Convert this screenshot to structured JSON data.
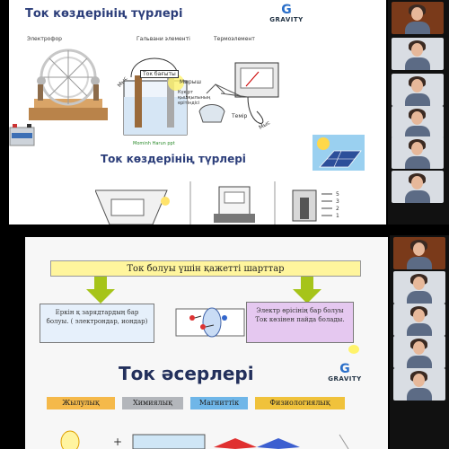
{
  "slide1": {
    "title": "Ток көздерінің түрлері",
    "subtitle": "Ток көздерінің түрлері",
    "labels": {
      "electrophore": "Электрофор",
      "galvanic": "Гальвани элементі",
      "thermo": "Термоэлемент",
      "current_dir": "Ток бағыты",
      "zinc": "Мырыш",
      "sulfuric": "Күкірт қышқылының ерітіндісі",
      "iron": "Темір",
      "copper_left": "Мыс",
      "copper_right": "Мыс",
      "credit": "Mominh Harun ppt"
    },
    "logo_text": "GRAVITY"
  },
  "slide2": {
    "header": "Ток болуы үшін қажетті шарттар",
    "left_box": "Еркін қ зарядтардың бар болуы. ( электрондар, иондар)",
    "right_box": "Электр өрісінің бар болуы Ток көзінен пайда болады.",
    "effects_title": "Ток әсерлері",
    "effects": [
      "Жылулық",
      "Химиялық",
      "Магниттік",
      "Физиологиялық"
    ],
    "logo_text": "GRAVITY"
  },
  "colors": {
    "header_bg": "#fff59d",
    "left_box_bg": "#e6f0fb",
    "right_box_bg": "#e5c8f0",
    "arrow": "#a6c41a",
    "effect_thermal": "#f5b94a",
    "effect_chemical": "#b3b6bb",
    "effect_magnetic": "#6fb6e8",
    "effect_physio": "#f0c23b"
  }
}
